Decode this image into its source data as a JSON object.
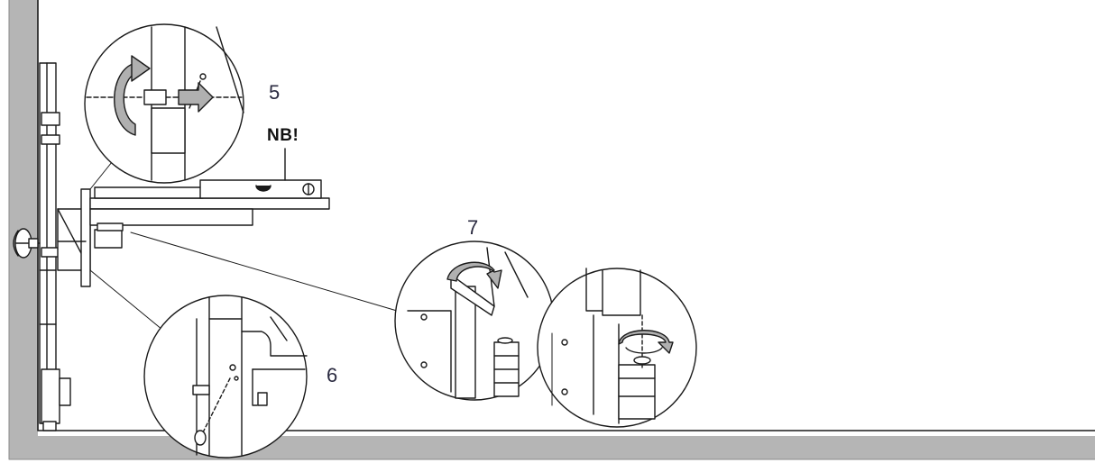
{
  "labels": {
    "step_5": "5",
    "step_6": "6",
    "step_7": "7",
    "note": "NB!"
  },
  "colors": {
    "line": "#1a1a1a",
    "wall": "#b5b5b5",
    "arrow_fill": "#b0b0b0",
    "background": "#ffffff"
  },
  "icons": [
    "rotate-arrow-icon",
    "push-arrow-icon",
    "spirit-level-icon"
  ]
}
